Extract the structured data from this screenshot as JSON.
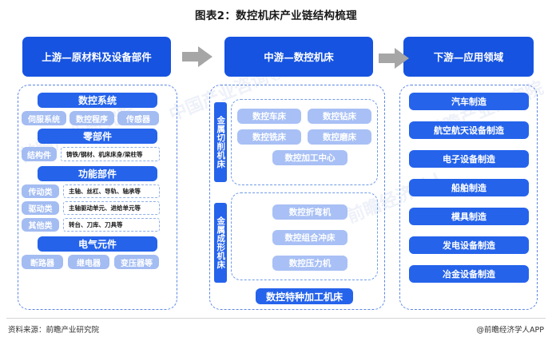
{
  "title": "图表2：数控机床产业链结构梳理",
  "colors": {
    "primary_blue": "#2563EB",
    "header_blue": "#1653E0",
    "light_blue": "#A3BCF2",
    "dashed_border": "#5B86E5",
    "arrow_gray": "#A6A6A6"
  },
  "watermarks": [
    "前瞻产业研究院",
    "中国产业咨询领导者",
    "前瞻经济学人",
    "前瞻产业研究院"
  ],
  "headers": {
    "upstream": "上游—原材料及设备部件",
    "midstream": "中游—数控机床",
    "downstream": "下游—应用领域"
  },
  "arrows": {
    "arrow_1_name": "right-arrow-icon",
    "arrow_2_name": "right-arrow-icon"
  },
  "upstream": {
    "nc_system": "数控系统",
    "nc_system_items": [
      "伺服系统",
      "数控程序",
      "传感器"
    ],
    "parts": "零部件",
    "structural_label": "结构件",
    "structural_text": "铸铁/钢材、机床床身/梁柱等",
    "functional": "功能部件",
    "functional_rows": [
      {
        "label": "传动类",
        "text": "主轴、丝杠、导轨、轴承等"
      },
      {
        "label": "驱动类",
        "text": "主轴驱动单元、进给单元等"
      },
      {
        "label": "其他类",
        "text": "转台、刀库、刀具等"
      }
    ],
    "electrical": "电气元件",
    "electrical_items": [
      "断路器",
      "继电器",
      "变压器等"
    ]
  },
  "midstream": {
    "cutting_label": "金属切削机床",
    "cutting_items": [
      "数控车床",
      "数控钻床",
      "数控铣床",
      "数控磨床",
      "数控加工中心"
    ],
    "forming_label": "金属成形机床",
    "forming_items": [
      "数控折弯机",
      "数控组合冲床",
      "数控压力机"
    ],
    "special": "数控特种加工机床"
  },
  "downstream": {
    "items": [
      "汽车制造",
      "航空航天设备制造",
      "电子设备制造",
      "船舶制造",
      "模具制造",
      "发电设备制造",
      "冶金设备制造"
    ]
  },
  "footer": {
    "source": "资料来源：前瞻产业研究院",
    "app": "@前瞻经济学人APP"
  }
}
